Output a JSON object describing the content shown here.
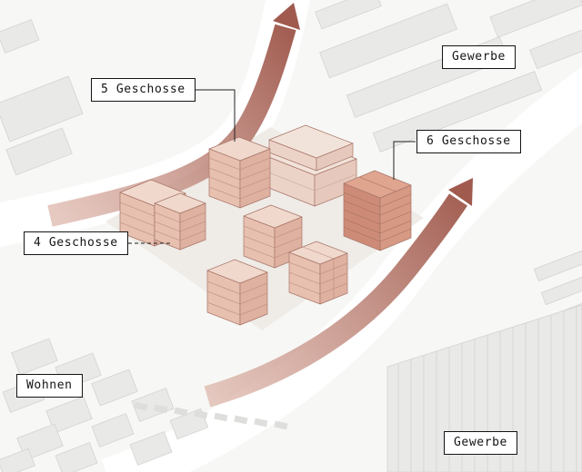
{
  "diagram": {
    "type": "axonometric-site-plan",
    "labels": {
      "floors_5": "5 Geschosse",
      "floors_6": "6 Geschosse",
      "floors_4": "4 Geschosse",
      "zone_commercial_top": "Gewerbe",
      "zone_commercial_bottom": "Gewerbe",
      "zone_residential": "Wohnen"
    },
    "colors": {
      "background": "#f7f7f5",
      "road": "#ffffff",
      "context_building": "#e9e9e8",
      "context_stroke": "#d3d3d1",
      "flow_arrow_start": "#dcb3a7",
      "flow_arrow_end": "#a05a4e",
      "building_top": "#f0d8cc",
      "building_left_wall": "#e7c0b0",
      "building_right_wall": "#dfb1a0",
      "building_dark_top": "#e0a58f",
      "building_dark_left": "#cd8b77",
      "building_dark_right": "#d69a84",
      "building_pale_top": "#f2e3da",
      "floor_line": "#b98a7c",
      "leader_line": "#222222"
    }
  }
}
